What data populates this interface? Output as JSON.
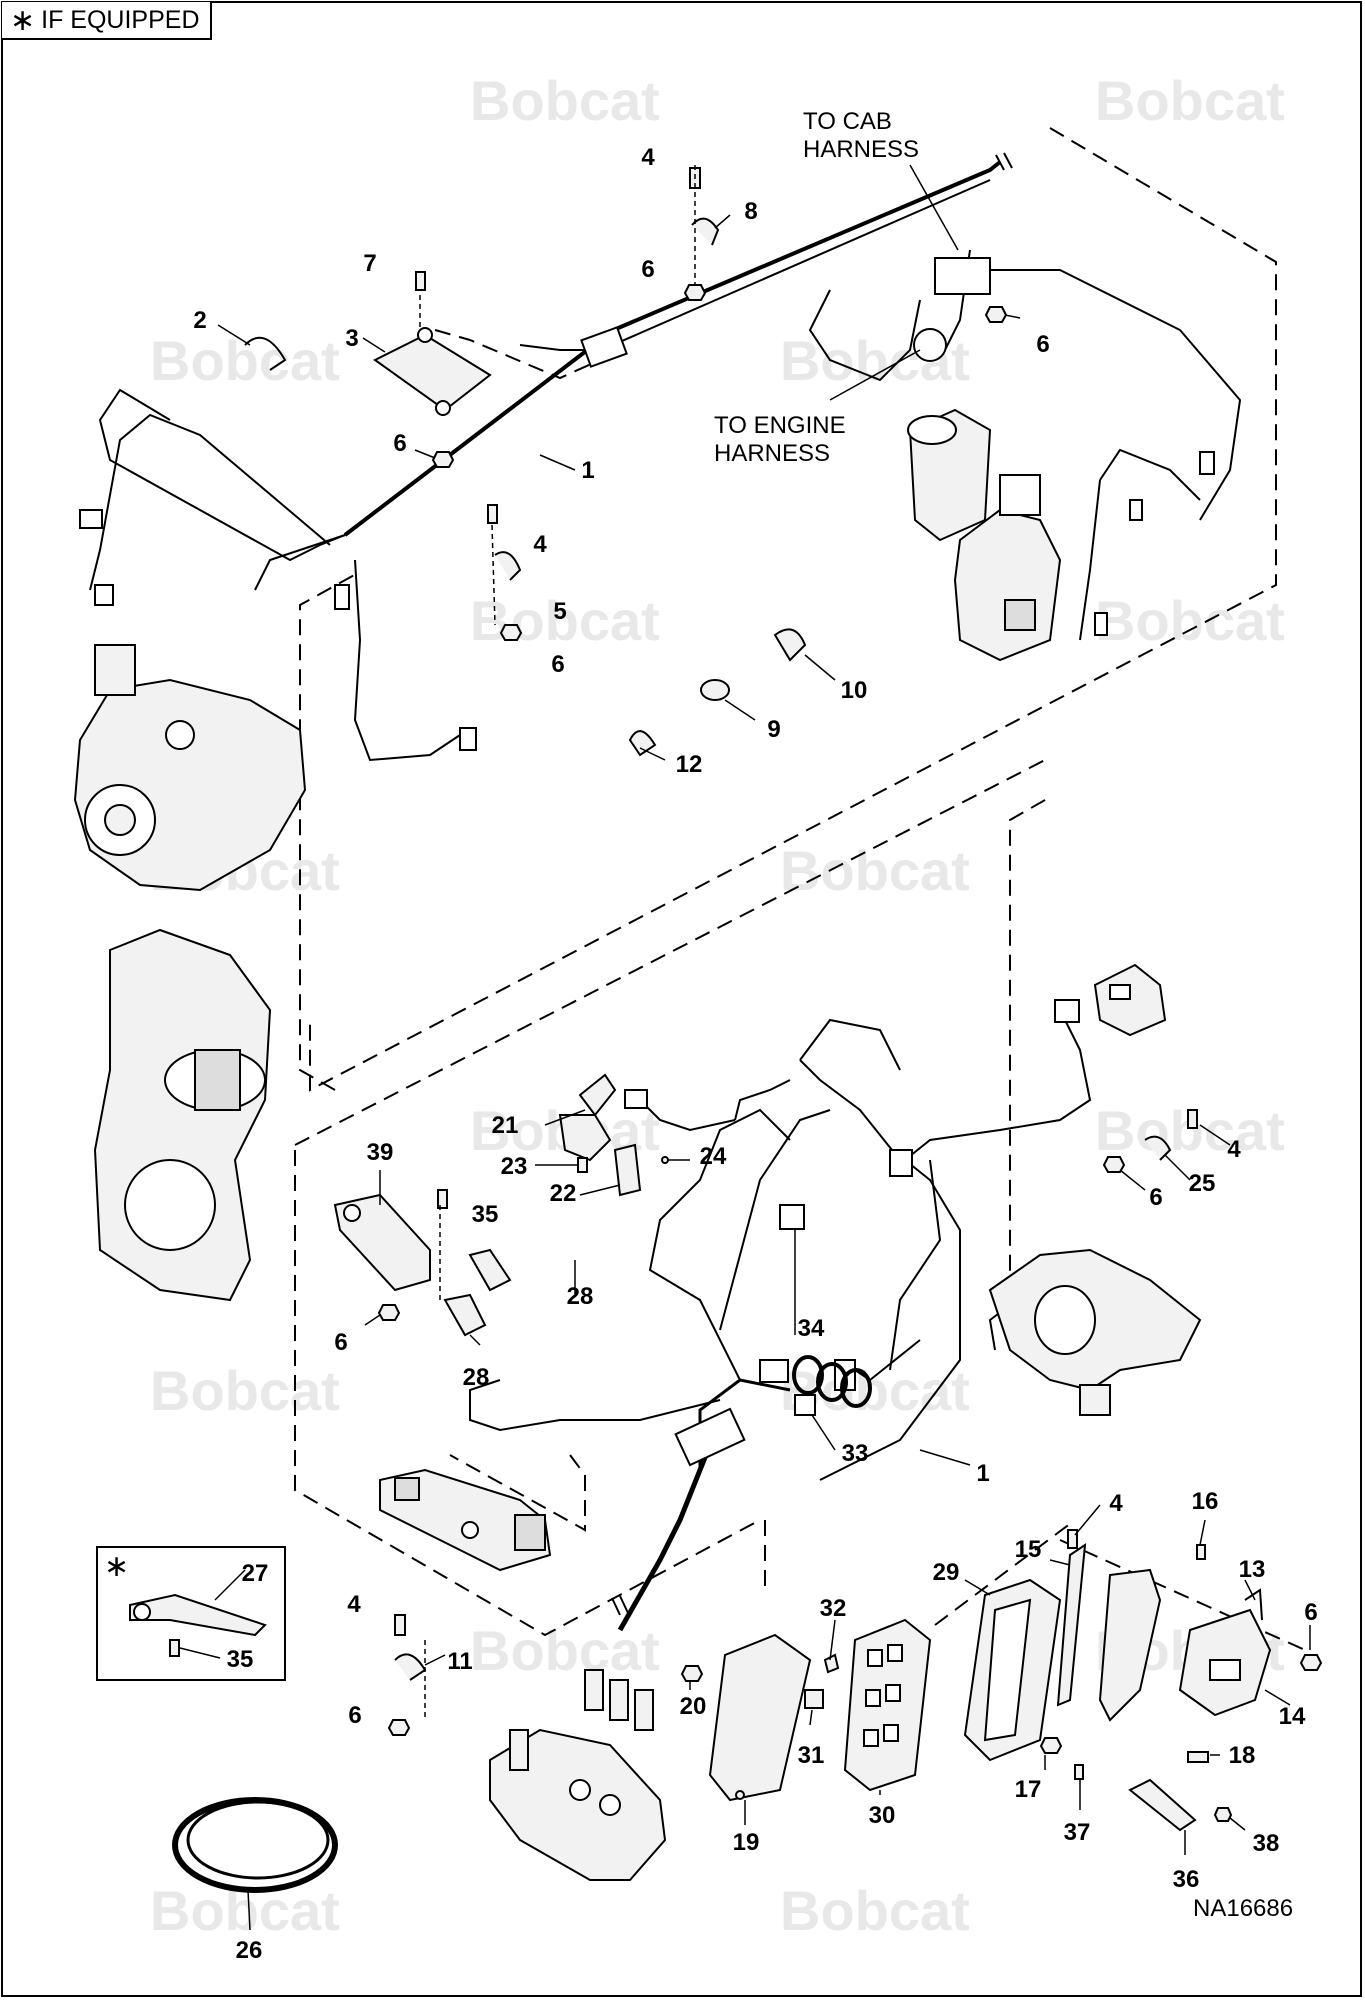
{
  "header": {
    "badge_symbol": "∗",
    "badge_text": "IF EQUIPPED"
  },
  "callouts": {
    "to_cab_1": "TO CAB",
    "to_cab_2": "HARNESS",
    "to_engine_1": "TO ENGINE",
    "to_engine_2": "HARNESS"
  },
  "drawing_number": "NA16686",
  "watermark": "Bobcat",
  "inset_symbol": "∗",
  "part_numbers": {
    "p1a": "1",
    "p1b": "1",
    "p2": "2",
    "p3": "3",
    "p4a": "4",
    "p4b": "4",
    "p4c": "4",
    "p4d": "4",
    "p4e": "4",
    "p5": "5",
    "p6a": "6",
    "p6b": "6",
    "p6c": "6",
    "p6d": "6",
    "p6e": "6",
    "p6f": "6",
    "p6g": "6",
    "p6h": "6",
    "p7": "7",
    "p8": "8",
    "p9": "9",
    "p10": "10",
    "p11": "11",
    "p12": "12",
    "p13": "13",
    "p14": "14",
    "p15": "15",
    "p16": "16",
    "p17": "17",
    "p18": "18",
    "p19": "19",
    "p20": "20",
    "p21": "21",
    "p22": "22",
    "p23": "23",
    "p24": "24",
    "p25": "25",
    "p26": "26",
    "p27": "27",
    "p28a": "28",
    "p28b": "28",
    "p29": "29",
    "p30": "30",
    "p31": "31",
    "p32": "32",
    "p33": "33",
    "p34": "34",
    "p35a": "35",
    "p35b": "35",
    "p36": "36",
    "p37": "37",
    "p38": "38",
    "p39": "39"
  },
  "colors": {
    "line": "#000000",
    "watermark": "#e6e6e6",
    "part_fill": "#f2f2f2"
  }
}
